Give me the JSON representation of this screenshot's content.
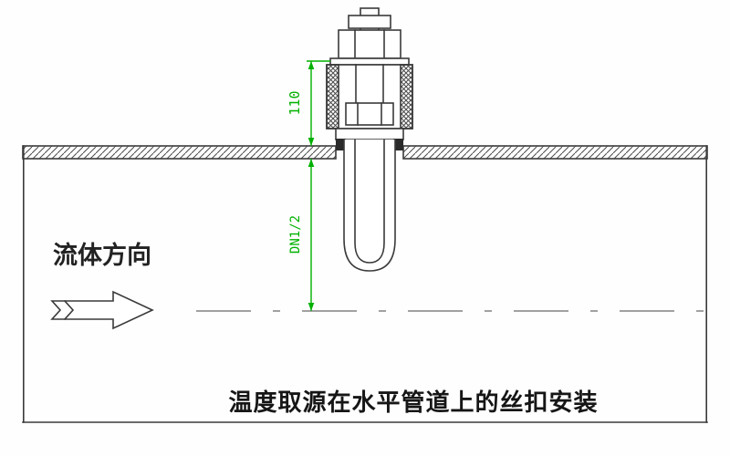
{
  "colors": {
    "line": "#3a3a3a",
    "centerline": "#6a6a6a",
    "dimension": "#00b000",
    "seal": "#2a2a2a"
  },
  "labels": {
    "fluid_direction": "流体方向",
    "caption": "温度取源在水平管道上的丝扣安装"
  },
  "dimensions": {
    "height_above_pipe": "110",
    "insertion_depth": "DN1/2"
  }
}
